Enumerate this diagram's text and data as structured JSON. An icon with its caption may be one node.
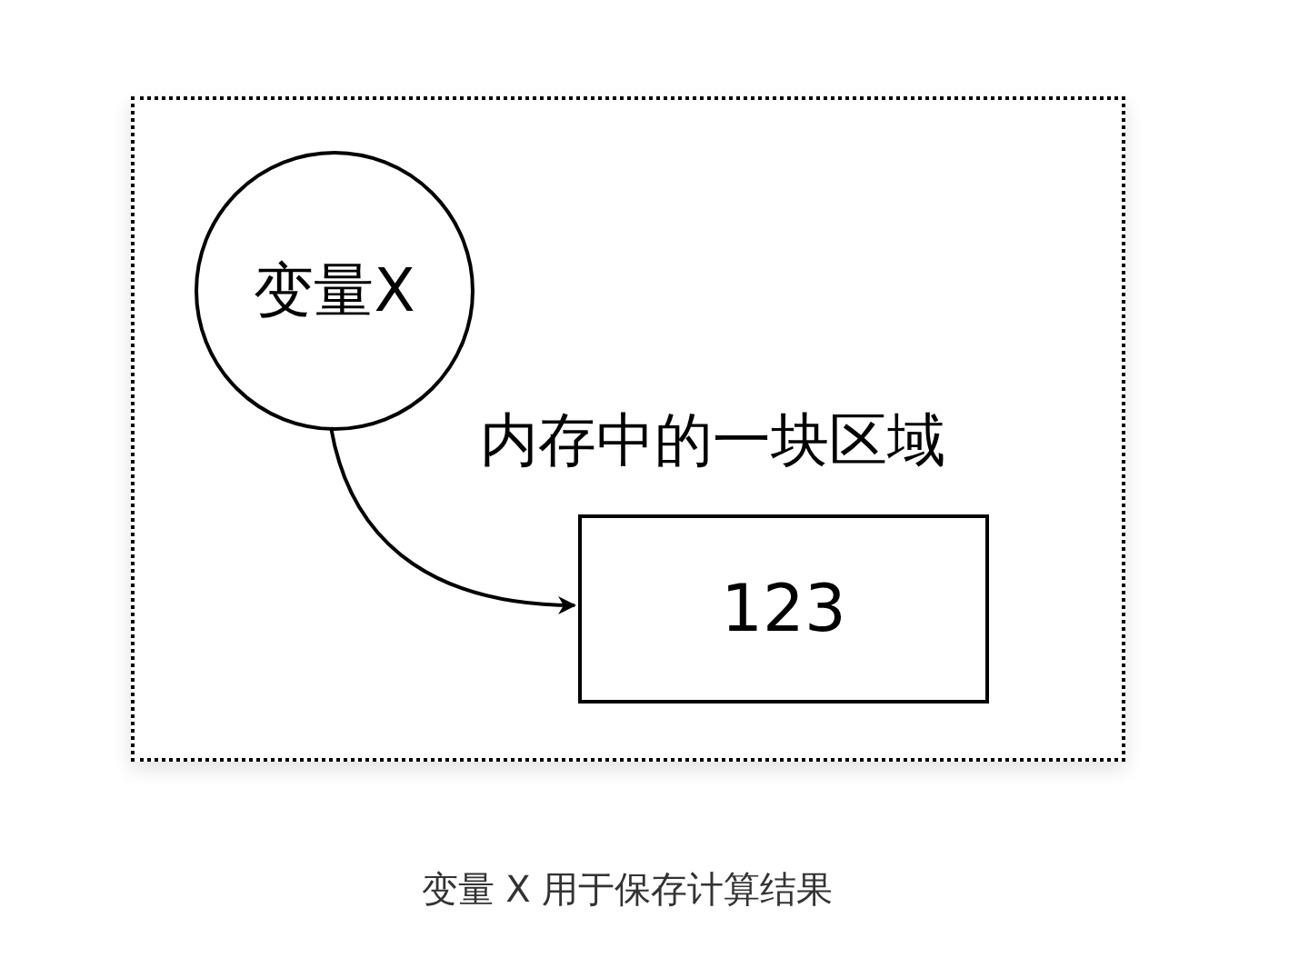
{
  "diagram": {
    "caption": "变量 X 用于保存计算结果",
    "nodes": [
      {
        "text": [],
        "shape": "box"
      },
      {
        "text": [
          "变量X"
        ],
        "in": 0
      },
      {
        "text": [
          "内存中的一块区域",
          "123"
        ],
        "in": 0
      }
    ],
    "edges": [
      {
        "from": 1,
        "to": 2,
        "arrow": "to"
      }
    ]
  }
}
